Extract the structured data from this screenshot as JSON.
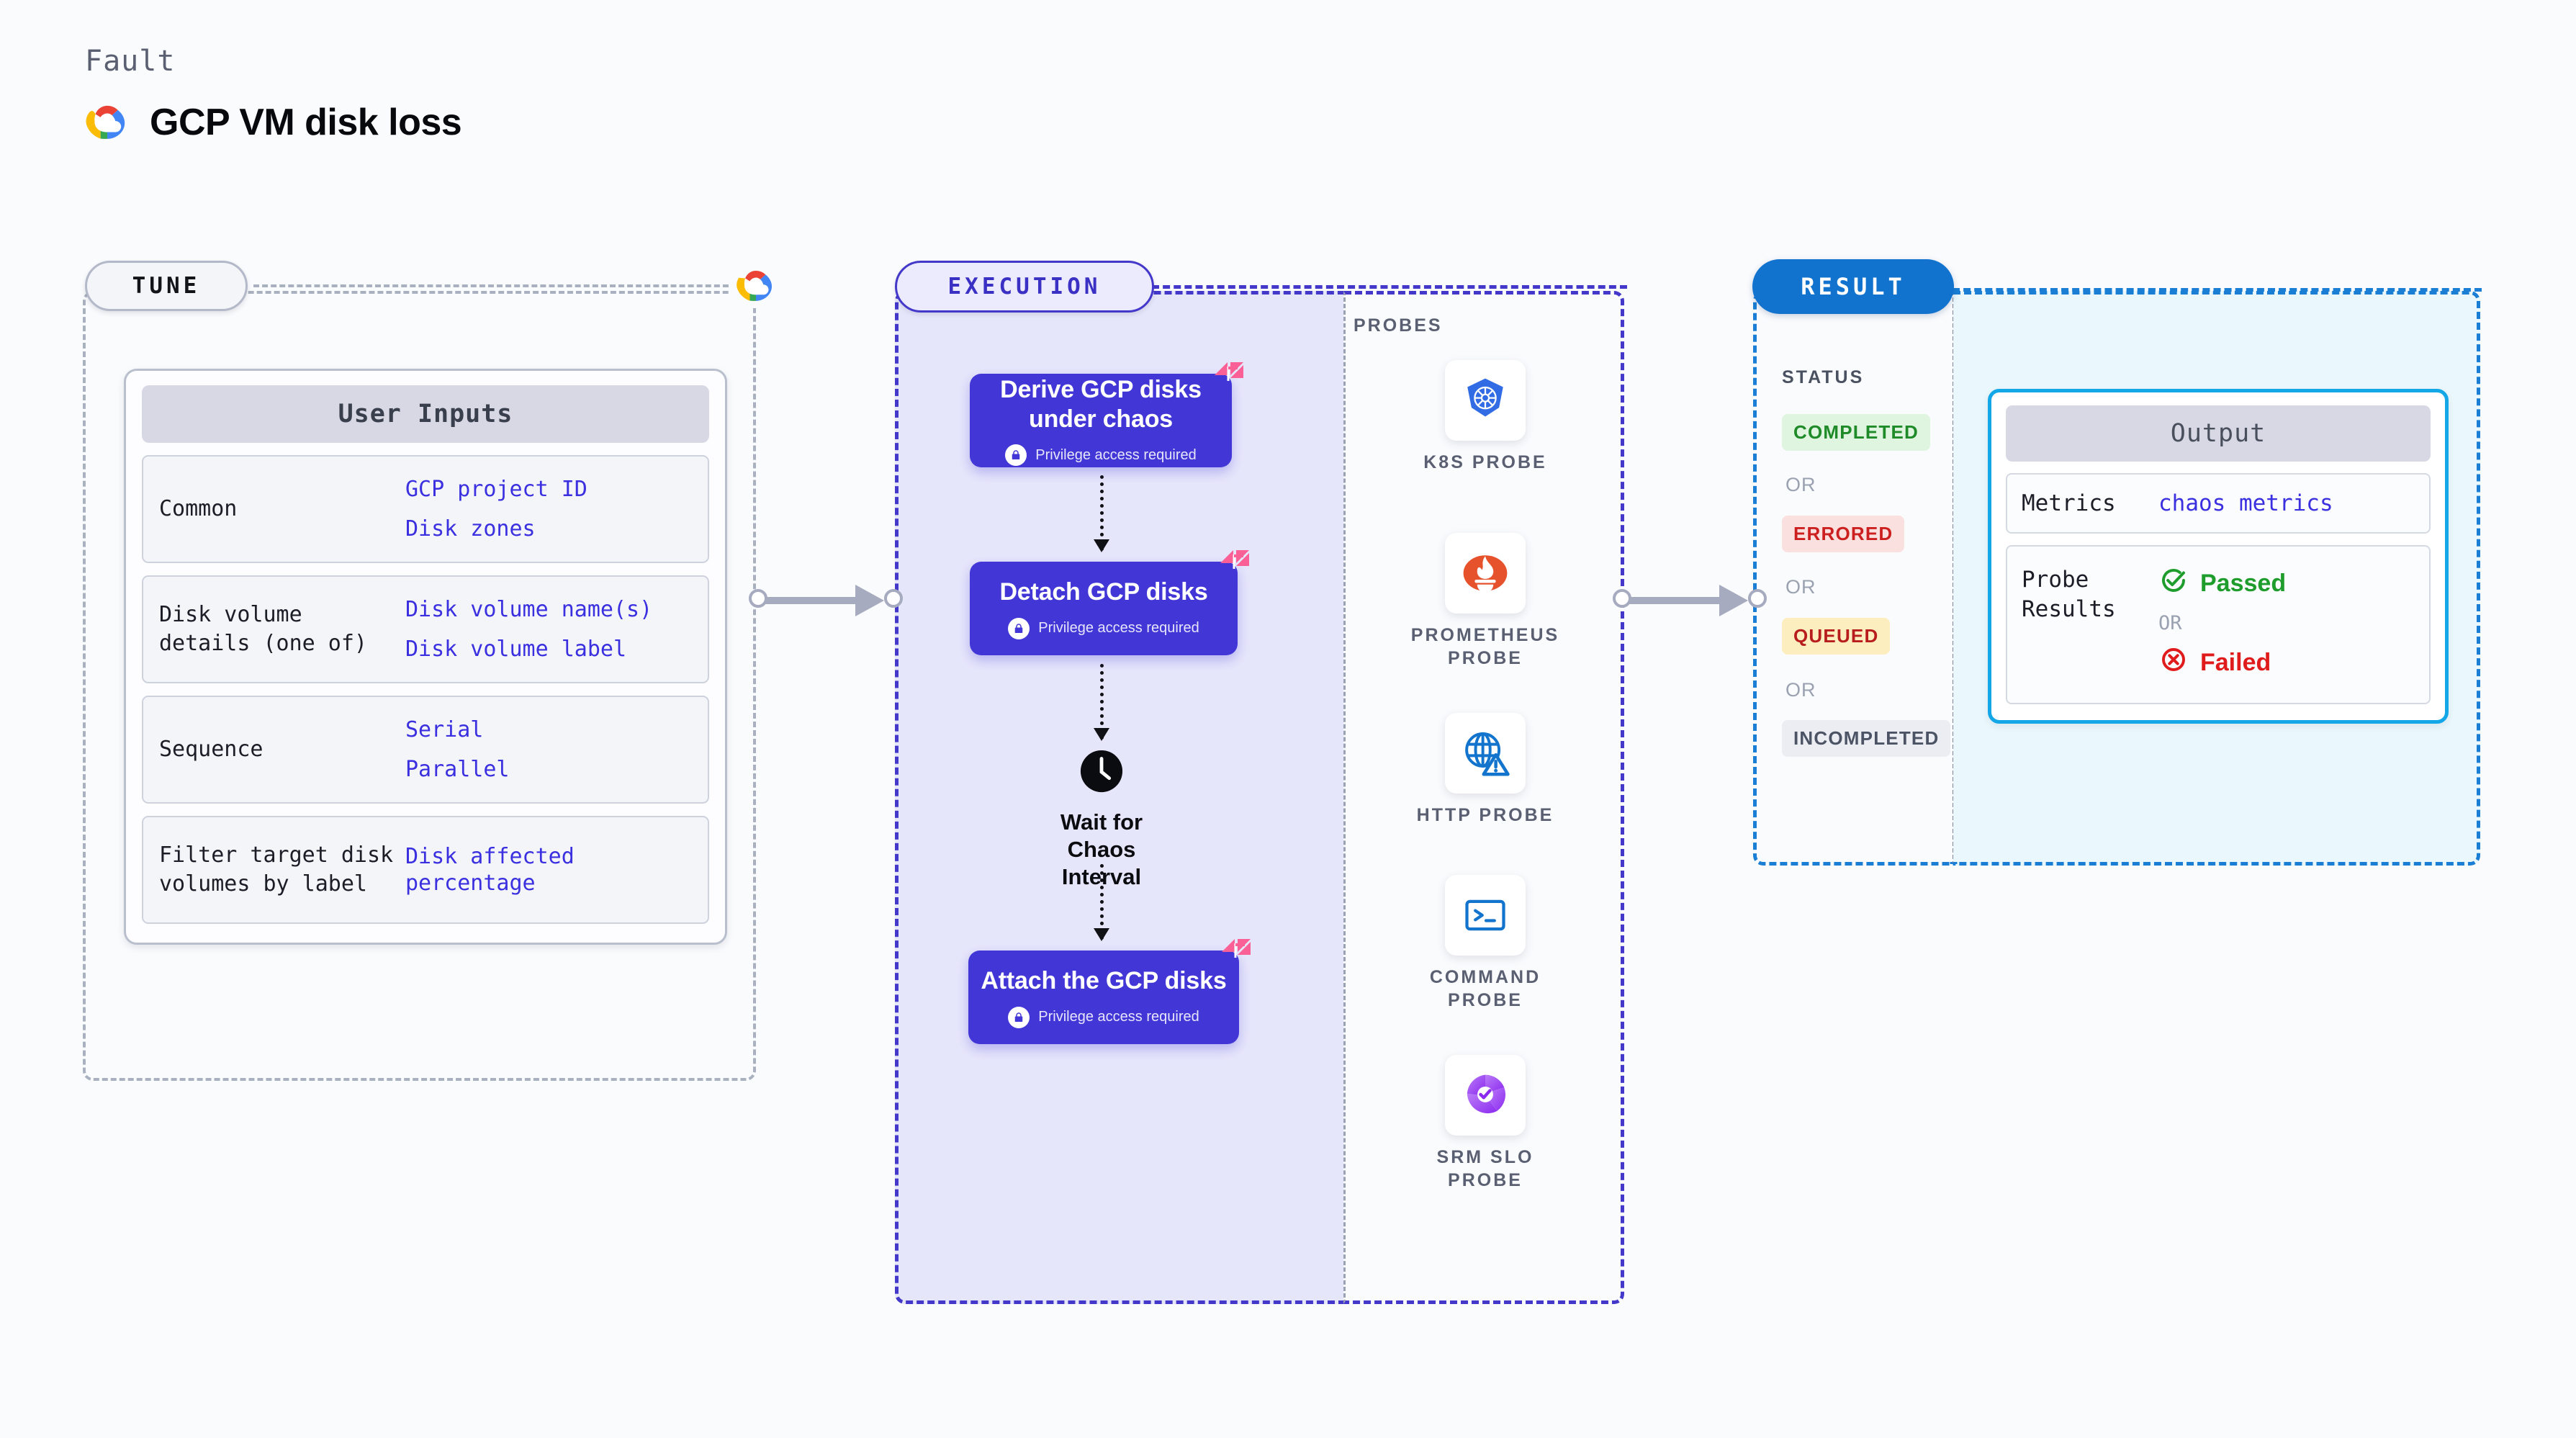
{
  "header": {
    "kicker": "Fault",
    "title": "GCP VM disk loss",
    "logo_icon": "gcp-cloud-logo"
  },
  "stages": {
    "tune": {
      "label": "TUNE"
    },
    "execution": {
      "label": "EXECUTION"
    },
    "result": {
      "label": "RESULT"
    }
  },
  "tune": {
    "logo_icon": "gcp-cloud-logo",
    "user_inputs": {
      "title": "User Inputs",
      "rows": [
        {
          "key": "Common",
          "values": [
            "GCP project ID",
            "Disk zones"
          ]
        },
        {
          "key": "Disk volume details (one of)",
          "values": [
            "Disk volume name(s)",
            "Disk volume label"
          ]
        },
        {
          "key": "Sequence",
          "values": [
            "Serial",
            "Parallel"
          ]
        },
        {
          "key": "Filter target disk volumes by label",
          "values": [
            "Disk affected percentage"
          ]
        }
      ]
    }
  },
  "execution": {
    "steps": [
      {
        "title": "Derive GCP disks under chaos",
        "note": "Privilege access required",
        "lock_icon": "lock-icon",
        "badge_icon": "chaos-badge-icon"
      },
      {
        "title": "Detach GCP disks",
        "note": "Privilege access required",
        "lock_icon": "lock-icon",
        "badge_icon": "chaos-badge-icon"
      },
      {
        "title": "Attach the GCP disks",
        "note": "Privilege access required",
        "lock_icon": "lock-icon",
        "badge_icon": "chaos-badge-icon"
      }
    ],
    "wait": {
      "label": "Wait for Chaos Interval",
      "icon": "clock-icon"
    }
  },
  "probes": {
    "title": "PROBES",
    "items": [
      {
        "label": "K8S PROBE",
        "icon": "kubernetes-icon"
      },
      {
        "label": "PROMETHEUS PROBE",
        "icon": "prometheus-icon"
      },
      {
        "label": "HTTP PROBE",
        "icon": "http-globe-warning-icon"
      },
      {
        "label": "COMMAND PROBE",
        "icon": "terminal-icon"
      },
      {
        "label": "SRM SLO PROBE",
        "icon": "srm-slo-icon"
      }
    ]
  },
  "result": {
    "status_title": "STATUS",
    "or_label": "OR",
    "statuses": [
      {
        "label": "COMPLETED",
        "bg": "#dff5e0",
        "fg": "#1e8a28"
      },
      {
        "label": "ERRORED",
        "bg": "#fbe0e0",
        "fg": "#cc1f1f"
      },
      {
        "label": "QUEUED",
        "bg": "#fdeec0",
        "fg": "#b81d1d"
      },
      {
        "label": "INCOMPLETED",
        "bg": "#ebedf3",
        "fg": "#4c5364"
      }
    ],
    "output": {
      "title": "Output",
      "metrics_key": "Metrics",
      "metrics_value": "chaos metrics",
      "probe_results_key": "Probe Results",
      "passed_label": "Passed",
      "failed_label": "Failed",
      "or_label": "OR",
      "passed_icon": "check-circle-icon",
      "failed_icon": "x-circle-icon"
    }
  },
  "colors": {
    "accent_indigo": "#4237d6",
    "accent_blue": "#1273ce",
    "accent_cyan": "#13a7e8",
    "link_violet": "#3b30e0",
    "chaos_pink": "#fa5f96"
  }
}
